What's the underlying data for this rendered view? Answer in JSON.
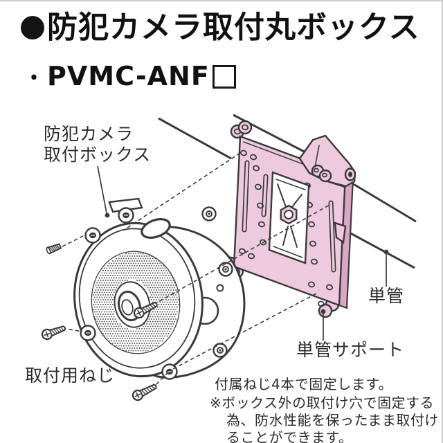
{
  "header": {
    "bullet": "●",
    "title": "防犯カメラ取付丸ボックス",
    "model_bullet": "・",
    "model": "PVMC-ANF",
    "model_size_placeholder": "□"
  },
  "labels": {
    "camera_box_line1": "防犯カメラ",
    "camera_box_line2": "取付ボックス",
    "mounting_screws": "取付用ねじ",
    "pipe": "単管",
    "pipe_support": "単管サポート"
  },
  "notes": {
    "line1": "付属ねじ4本で固定します。",
    "line2": "※ボックス外の取付け穴で固定する",
    "line3": "為、防水性能を保ったまま取付け",
    "line4": "ることができます。"
  },
  "colors": {
    "support_pink": "#eecade",
    "support_pink_shade": "#d9a6c4",
    "line_dark": "#3a3a3a",
    "page_edge": "#cccccc"
  }
}
